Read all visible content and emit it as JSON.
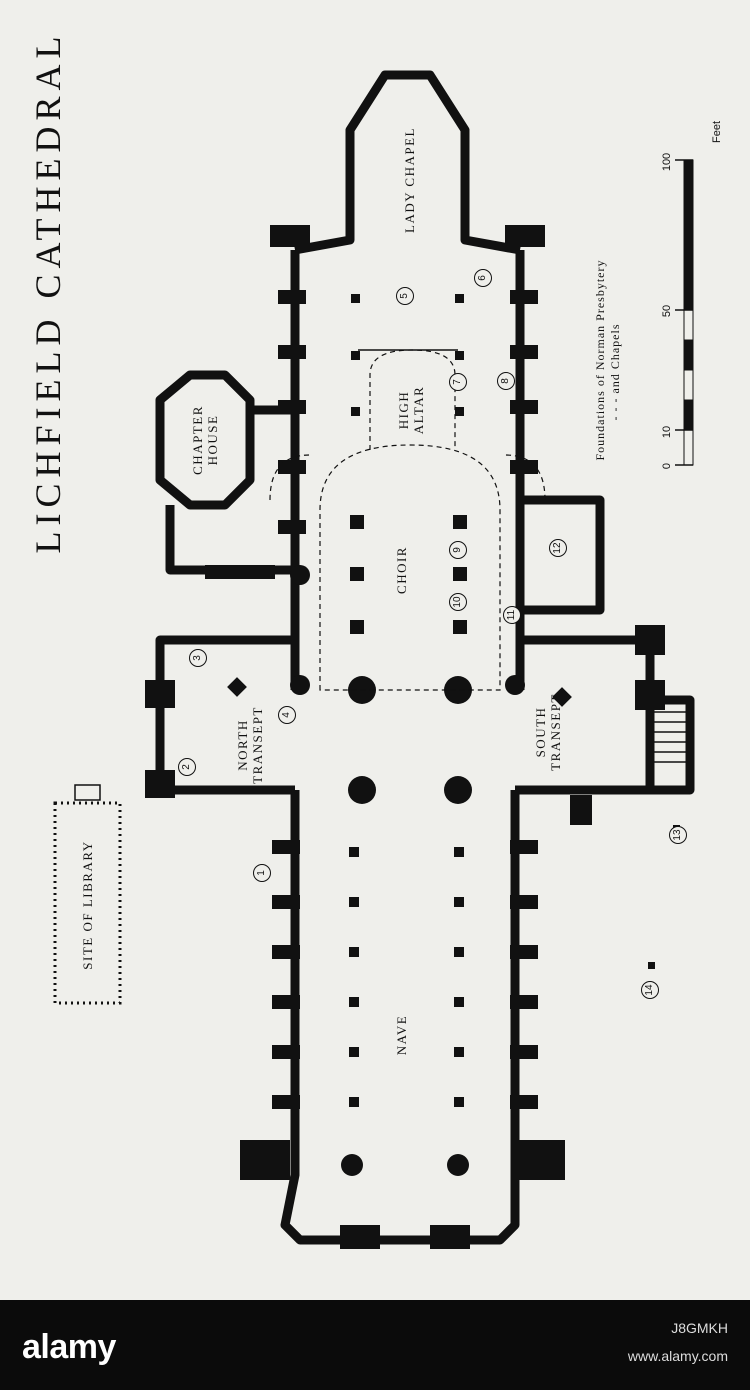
{
  "plan": {
    "title": "LICHFIELD CATHEDRAL",
    "labels": {
      "lady_chapel": "LADY CHAPEL",
      "chapter_house": [
        "CHAPTER",
        "HOUSE"
      ],
      "high_altar": [
        "HIGH",
        "ALTAR"
      ],
      "choir": "CHOIR",
      "north_transept": [
        "NORTH",
        "TRANSEPT"
      ],
      "south_transept": [
        "SOUTH",
        "TRANSEPT"
      ],
      "nave": "NAVE",
      "library": "SITE OF LIBRARY"
    },
    "legend": {
      "line1": "Foundations of Norman Presbytery",
      "line2": "and Chapels"
    },
    "scale": {
      "unit": "Feet",
      "ticks": [
        "0",
        "10",
        "50",
        "100"
      ]
    },
    "numbers": [
      "1",
      "2",
      "3",
      "4",
      "5",
      "6",
      "7",
      "8",
      "9",
      "10",
      "11",
      "12",
      "13",
      "14"
    ]
  },
  "footer": {
    "brand": "alamy",
    "image_id": "J8GMKH",
    "site": "www.alamy.com"
  }
}
